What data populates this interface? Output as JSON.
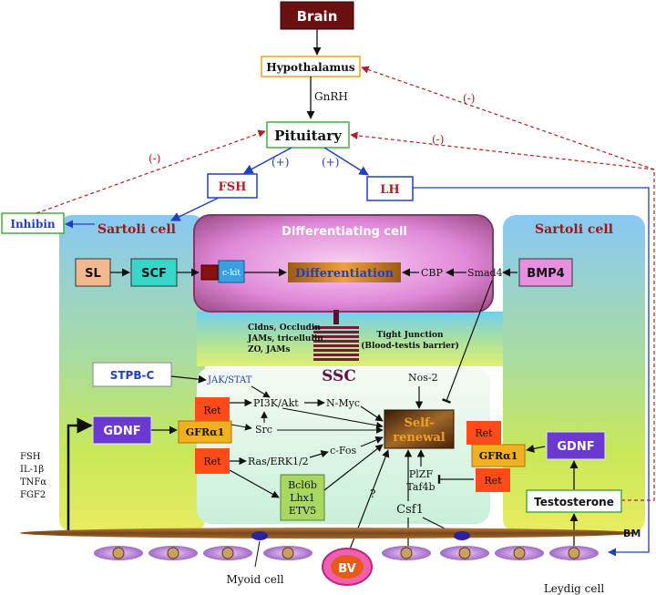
{
  "nodes": {
    "brain": "Brain",
    "hypothalamus": "Hypothalamus",
    "gnrh": "GnRH",
    "pituitary": "Pituitary",
    "plus_left": "(+)",
    "plus_right": "(+)",
    "fsh": "FSH",
    "lh": "LH",
    "inhibin": "Inhibin",
    "neg_hyp": "(-)",
    "neg_pit": "(-)",
    "neg_inhibin": "(-)",
    "sertoli_left": "Sartoli cell",
    "sertoli_right": "Sartoli cell",
    "diff_cell": "Differentiating cell",
    "sl": "SL",
    "scf": "SCF",
    "ckit": "c-kit",
    "differentiation": "Differentiation",
    "cbp": "CBP",
    "smad4": "Smad4",
    "bmp4": "BMP4",
    "tj_proteins": [
      "Cldns, Occludin",
      "JAMs, tricellulin",
      "ZO, JAMs"
    ],
    "tj_label": [
      "Tight Junction",
      "(Blood-testis barrier)"
    ],
    "ssc": "SSC",
    "stpbc": "STPB-C",
    "jakstat": "JAK/STAT",
    "nos2": "Nos-2",
    "gdnf_left": "GDNF",
    "ret1": "Ret",
    "ret2": "Ret",
    "gfra_left": "GFRα1",
    "pi3k": "PI3K/Akt",
    "nmyc": "N-Myc",
    "src": "Src",
    "ras": "Ras/ERK1/2",
    "cfos": "c-Fos",
    "self_renewal": [
      "Self-",
      "renewal"
    ],
    "bcl": [
      "Bcl6b",
      "Lhx1",
      "ETV5"
    ],
    "question": "?",
    "plzf": [
      "PlZF",
      "Taf4b"
    ],
    "csf1": "Csf1",
    "ret_r1": "Ret",
    "ret_r2": "Ret",
    "gfra_right": "GFRα1",
    "gdnf_right": "GDNF",
    "testosterone": "Testosterone",
    "factors": [
      "FSH",
      "IL-1β",
      "TNFα",
      "FGF2"
    ],
    "bm": "BM",
    "bv": "BV",
    "myoid": "Myoid cell",
    "leydig": "Leydig cell"
  },
  "colors": {
    "brain_fill": "#6b1010",
    "sertoli_gradient": [
      "#7ec8f0",
      "#b8e070",
      "#f0e860"
    ],
    "diff_fill": "#b05a9a",
    "ret_fill": "#ff4a1a",
    "gfra_fill": "#f0b020",
    "gdnf_fill": "#6a3ad0",
    "scf_fill": "#38d6c8",
    "sl_fill": "#f4b890",
    "bmp4_fill": "#e890e0",
    "stpbc_fill": "#ffffff",
    "bcl_fill": "#a8d860",
    "hormone_red": "#b02020",
    "hormone_blue": "#2040c0"
  }
}
